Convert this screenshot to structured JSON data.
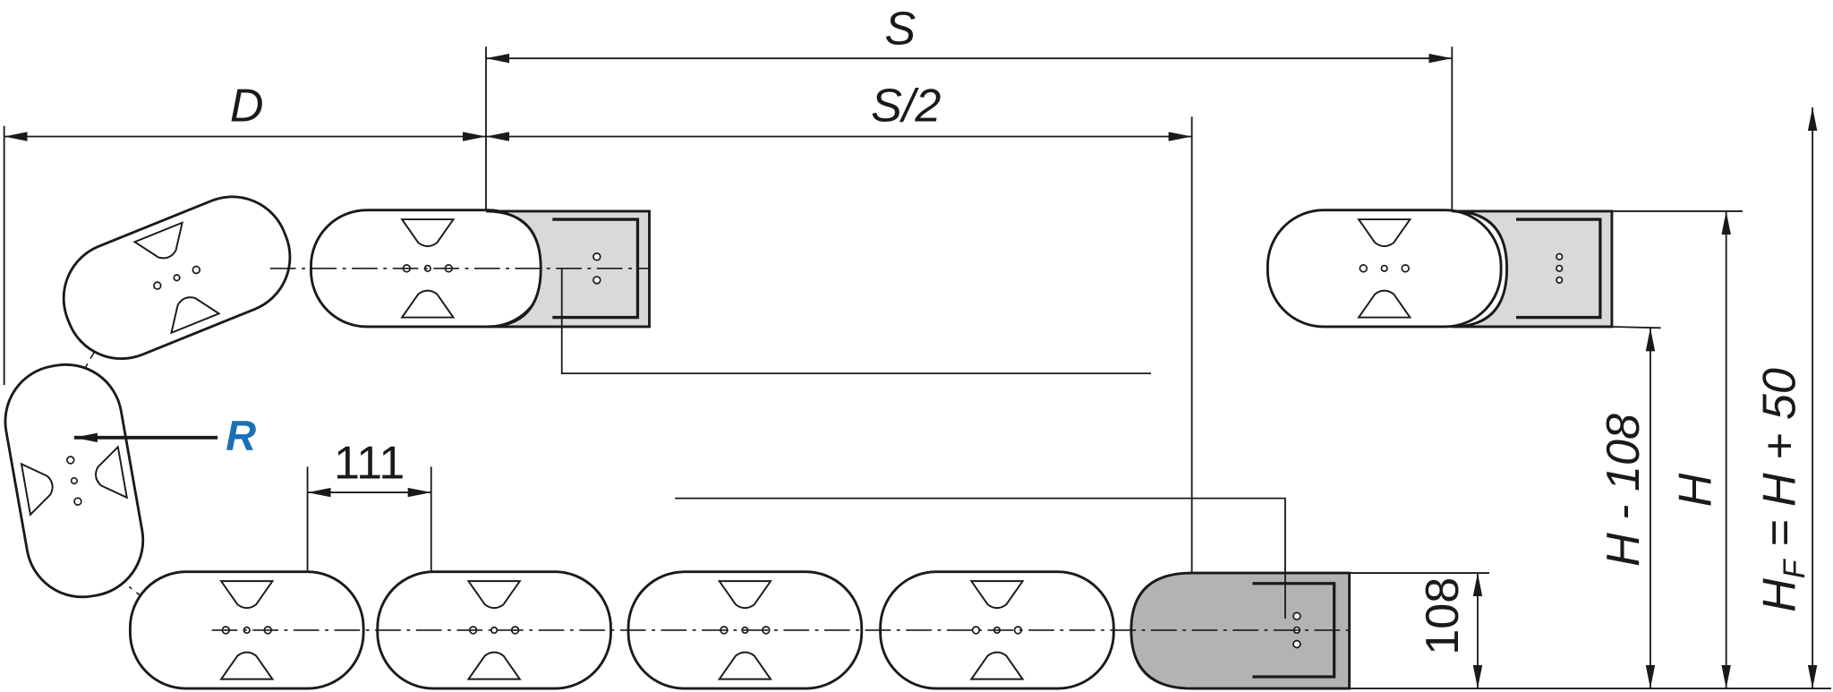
{
  "dimensions": {
    "travel": "S",
    "half_travel": "S/2",
    "depth": "D",
    "radius": "R",
    "pitch": "111",
    "link_height": "108",
    "h_minus": "H - 108",
    "height": "H",
    "hf_prefix": "H",
    "hf_sub": "F",
    "hf_rest": " = H + 50"
  },
  "colors": {
    "radius_label": "#1a6fb5",
    "moving_end_block": "#d9d9d9",
    "fixed_end_block": "#b3b3b3",
    "line": "#1a1a1a"
  }
}
